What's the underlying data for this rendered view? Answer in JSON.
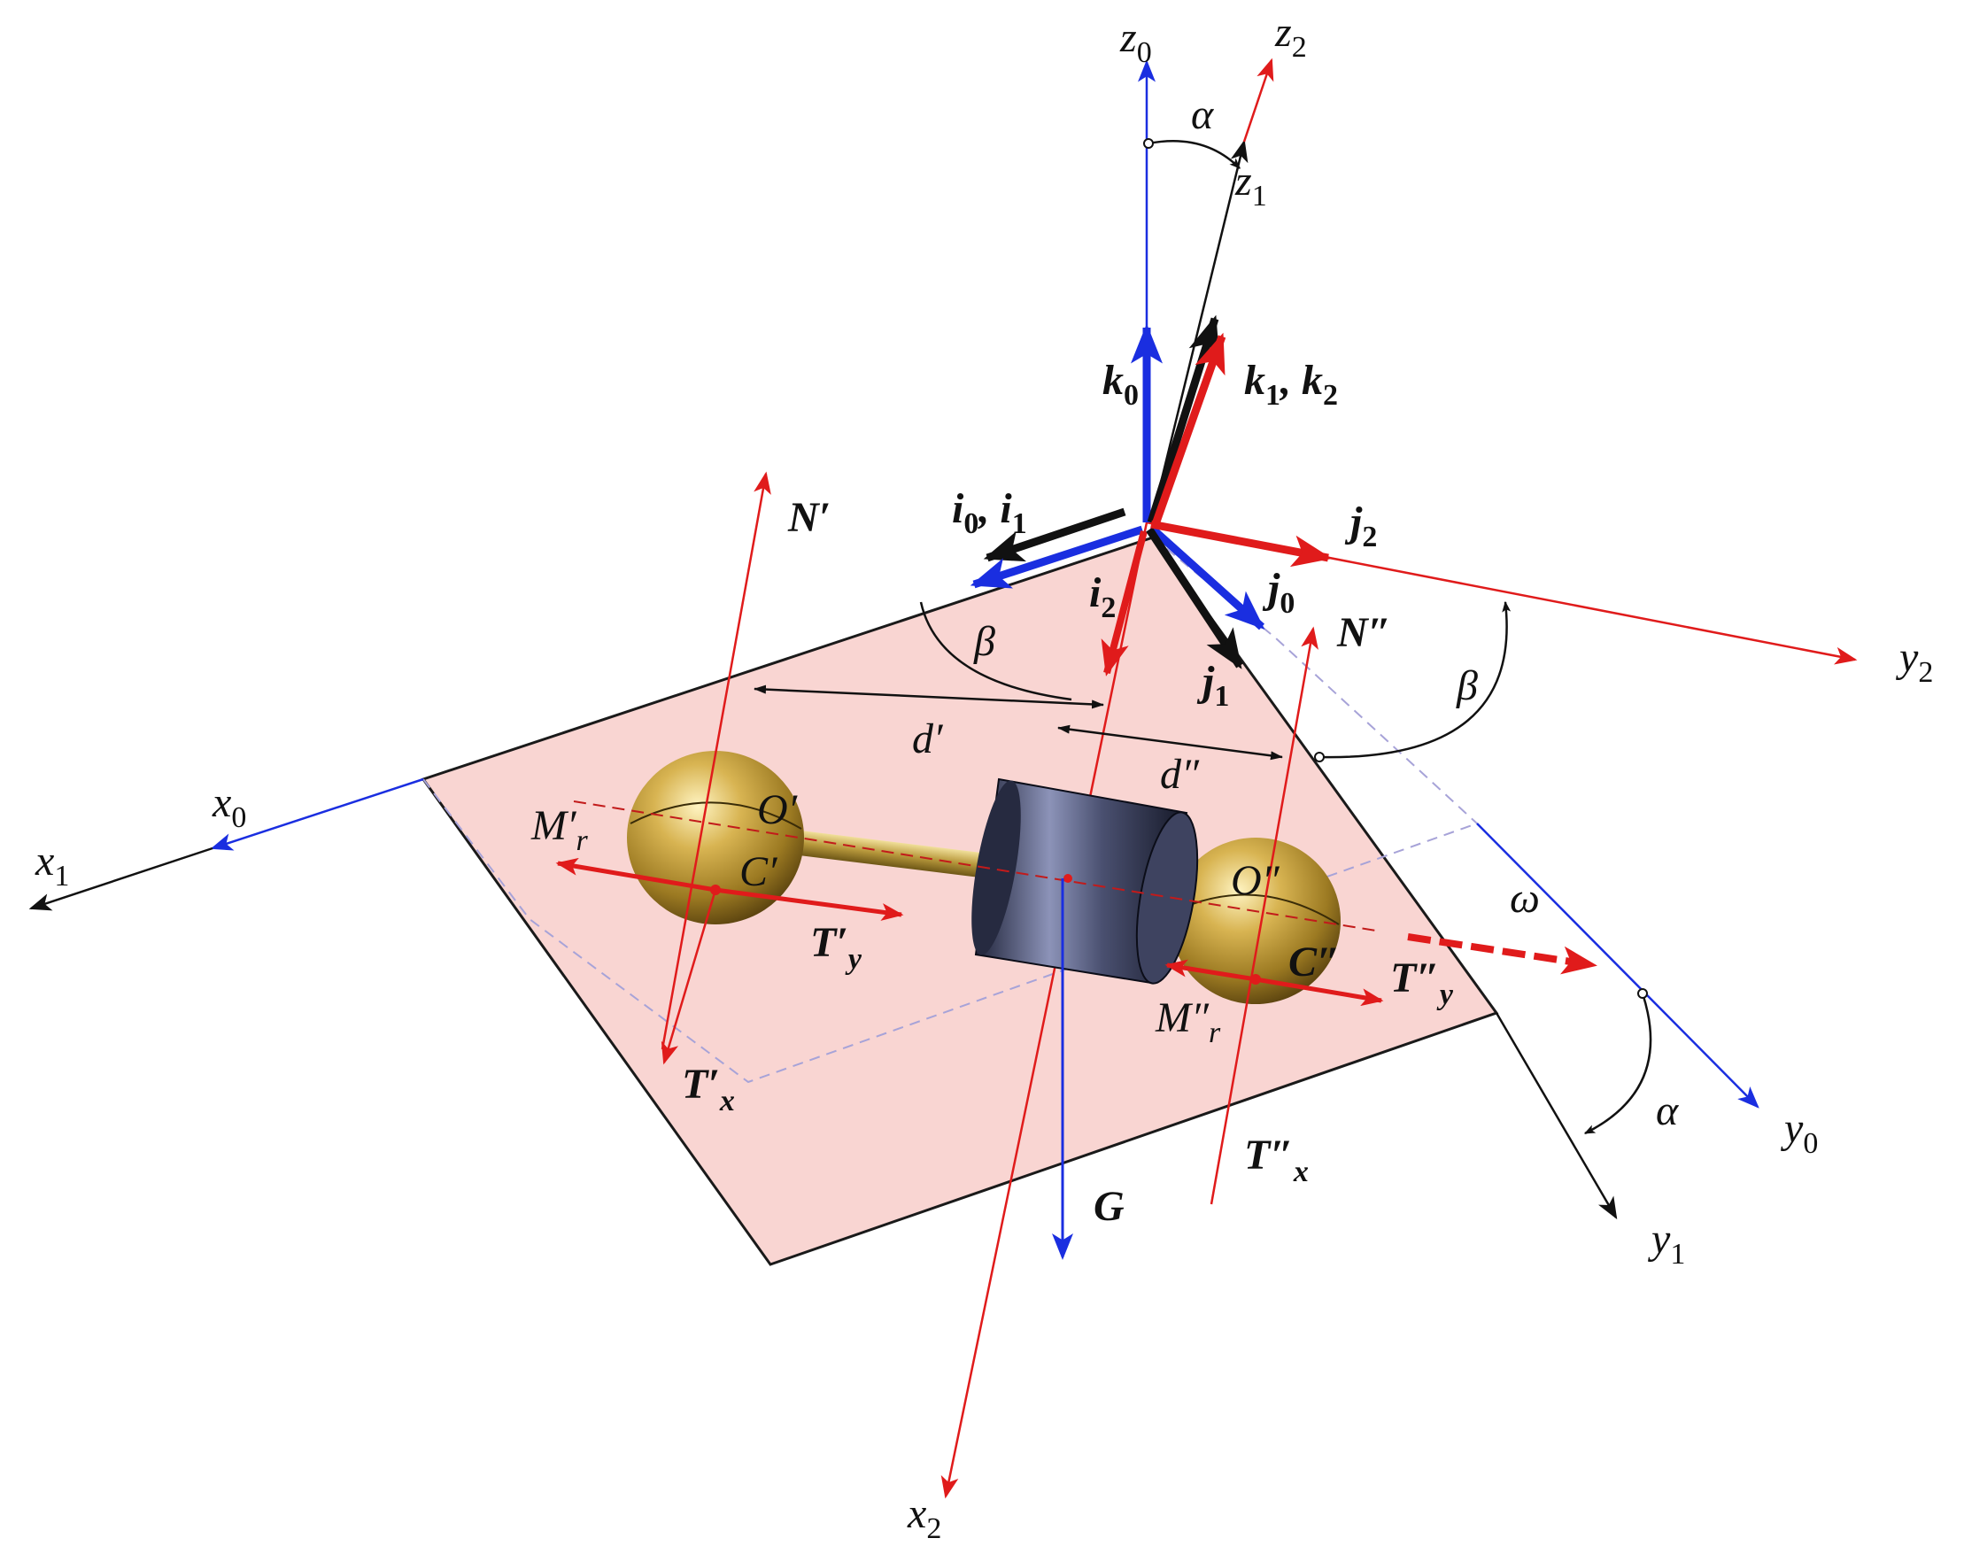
{
  "colors": {
    "frame0": "#1a2ee0",
    "frame1": "#111111",
    "frame2": "#e01b1b",
    "plane_fill": "#f9d5d2",
    "sphere": "#c9a842",
    "cylinder": "#3b3f5a"
  },
  "labels": {
    "z0": "z",
    "z0_sub": "0",
    "z1": "z",
    "z1_sub": "1",
    "z2": "z",
    "z2_sub": "2",
    "x0": "x",
    "x0_sub": "0",
    "x1": "x",
    "x1_sub": "1",
    "x2": "x",
    "x2_sub": "2",
    "y0": "y",
    "y0_sub": "0",
    "y1": "y",
    "y1_sub": "1",
    "y2": "y",
    "y2_sub": "2",
    "alpha_top": "α",
    "alpha_bottom": "α",
    "beta_left": "β",
    "beta_right": "β",
    "omega": "ω",
    "k0": "k",
    "k0_sub": "0",
    "k12_a": "k",
    "k12_a_sub": "1",
    "k12_sep": ", ",
    "k12_b": "k",
    "k12_b_sub": "2",
    "i01_a": "i",
    "i01_a_sub": "0",
    "i01_sep": ", ",
    "i01_b": "i",
    "i01_b_sub": "1",
    "i2": "i",
    "i2_sub": "2",
    "j0": "j",
    "j0_sub": "0",
    "j1": "j",
    "j1_sub": "1",
    "j2": "j",
    "j2_sub": "2",
    "N_prime": "N′",
    "N_dprime": "N″",
    "d_prime": "d′",
    "d_dprime": "d″",
    "O_prime": "O′",
    "O_dprime": "O″",
    "C_prime": "C′",
    "C_dprime": "C″",
    "Mr_prime": "M′",
    "Mr_prime_sub": "r",
    "Mr_dprime": "M″",
    "Mr_dprime_sub": "r",
    "Ty_prime": "T′",
    "Ty_prime_sub": "y",
    "Ty_dprime": "T″",
    "Ty_dprime_sub": "y",
    "Tx_prime": "T′",
    "Tx_prime_sub": "x",
    "Tx_dprime": "T″",
    "Tx_dprime_sub": "x",
    "G": "G"
  }
}
